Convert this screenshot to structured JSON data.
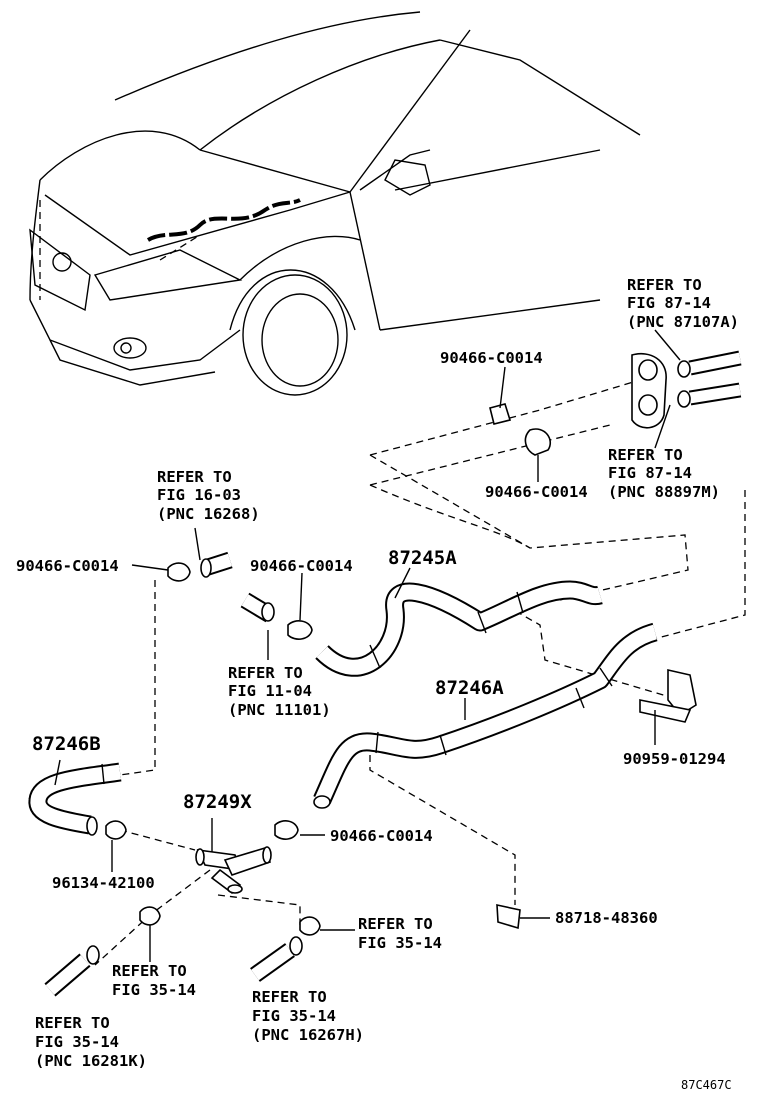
{
  "labels": {
    "refer_87107A": [
      "REFER TO",
      "FIG 87-14",
      "(PNC 87107A)"
    ],
    "refer_88897M": [
      "REFER TO",
      "FIG 87-14",
      "(PNC 88897M)"
    ],
    "refer_16268": [
      "REFER TO",
      "FIG 16-03",
      "(PNC 16268)"
    ],
    "refer_11101": [
      "REFER TO",
      "FIG 11-04",
      "(PNC 11101)"
    ],
    "refer_35_14_mid": [
      "REFER TO",
      "FIG 35-14"
    ],
    "refer_35_14_left": [
      "REFER TO",
      "FIG 35-14"
    ],
    "refer_16281K": [
      "REFER TO",
      "FIG 35-14",
      "(PNC 16281K)"
    ],
    "refer_16267H": [
      "REFER TO",
      "FIG 35-14",
      "(PNC 16267H)"
    ],
    "clip_top_a": "90466-C0014",
    "clip_top_b": "90466-C0014",
    "clip_left": "90466-C0014",
    "clip_mid": "90466-C0014",
    "clip_lower": "90466-C0014",
    "hose_87245A": "87245A",
    "hose_87246A": "87246A",
    "hose_87246B": "87246B",
    "joint_87249X": "87249X",
    "clamp_90959": "90959-01294",
    "clamp_96134": "96134-42100",
    "clamp_88718": "88718-48360",
    "figure_code": "87C467C"
  }
}
